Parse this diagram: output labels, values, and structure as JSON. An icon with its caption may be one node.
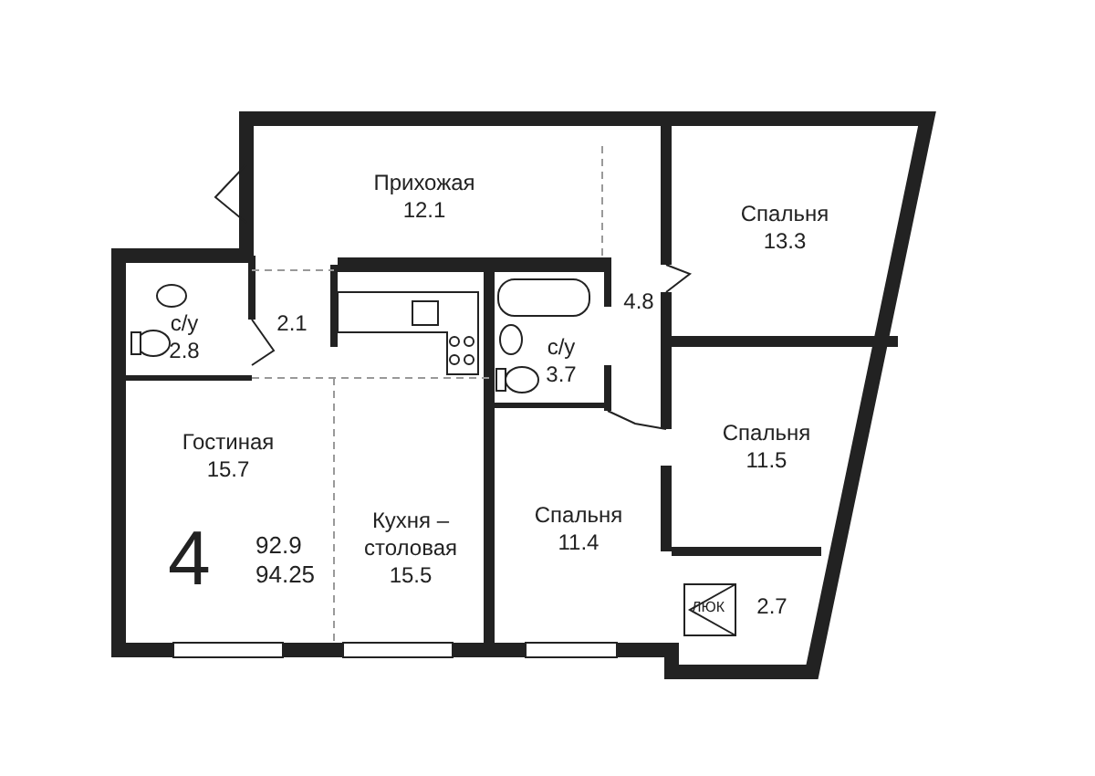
{
  "diagram": {
    "nodes": [
      {
        "text": [
          "Прихожая",
          "12.1"
        ]
      },
      {
        "text": [
          "Спальня",
          "13.3"
        ]
      },
      {
        "text": [
          "с/у",
          "2.8"
        ]
      },
      {
        "text": [
          "2.1"
        ]
      },
      {
        "text": [
          "4.8"
        ]
      },
      {
        "text": [
          "с/у",
          "3.7"
        ]
      },
      {
        "text": [
          "Спальня",
          "11.5"
        ]
      },
      {
        "text": [
          "Гостиная",
          "15.7"
        ]
      },
      {
        "text": [
          "Кухня –столовая",
          "15.5"
        ]
      },
      {
        "text": [
          "Спальня",
          "11.4"
        ]
      },
      {
        "text": [
          "2.7"
        ]
      }
    ],
    "edges": [],
    "labels": [
      "4",
      "92.9",
      "94.25",
      "ЛЮК"
    ]
  }
}
